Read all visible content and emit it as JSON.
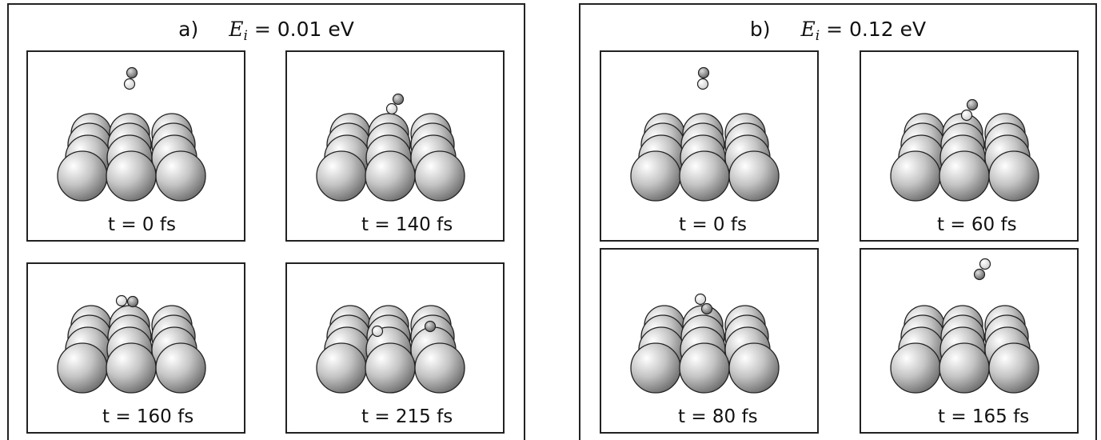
{
  "panels": [
    {
      "label": "a)",
      "symbol": "E",
      "subscript": "i",
      "energy": "0.01 eV",
      "snapshots": [
        {
          "time": "t = 0 fs"
        },
        {
          "time": "t = 140 fs"
        },
        {
          "time": "t = 160 fs"
        },
        {
          "time": "t = 215 fs"
        }
      ]
    },
    {
      "label": "b)",
      "symbol": "E",
      "subscript": "i",
      "energy": "0.12 eV",
      "snapshots": [
        {
          "time": "t = 0 fs"
        },
        {
          "time": "t = 60 fs"
        },
        {
          "time": "t = 80 fs"
        },
        {
          "time": "t = 165 fs"
        }
      ]
    }
  ],
  "colors": {
    "frame": "#222222",
    "surface_atom": "#b8b8b8",
    "h_atom_light": "#f2f2f2",
    "h_atom_dark": "#8a8a8a"
  }
}
